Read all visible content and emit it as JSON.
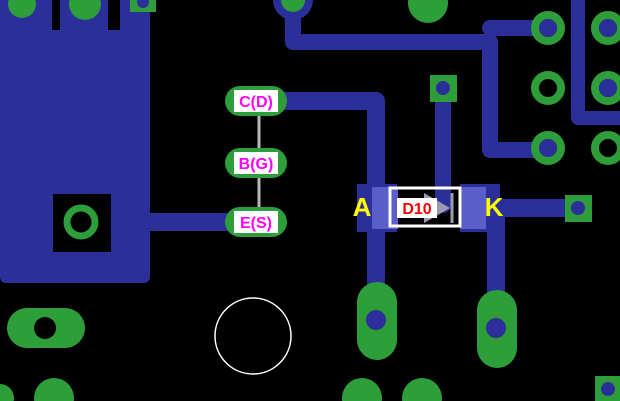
{
  "colors": {
    "background": "#000000",
    "copper": "#2b2f9a",
    "pad": "#2e9e3a",
    "hole": "#000000",
    "silk": "#ffffff",
    "pin_text": "#ff00ff",
    "ref_text": "#ff0000",
    "pad_text": "#ffff00"
  },
  "transistor": {
    "pins": [
      "C(D)",
      "B(G)",
      "E(S)"
    ]
  },
  "diode": {
    "reference": "D10",
    "anode_label": "A",
    "cathode_label": "K"
  }
}
